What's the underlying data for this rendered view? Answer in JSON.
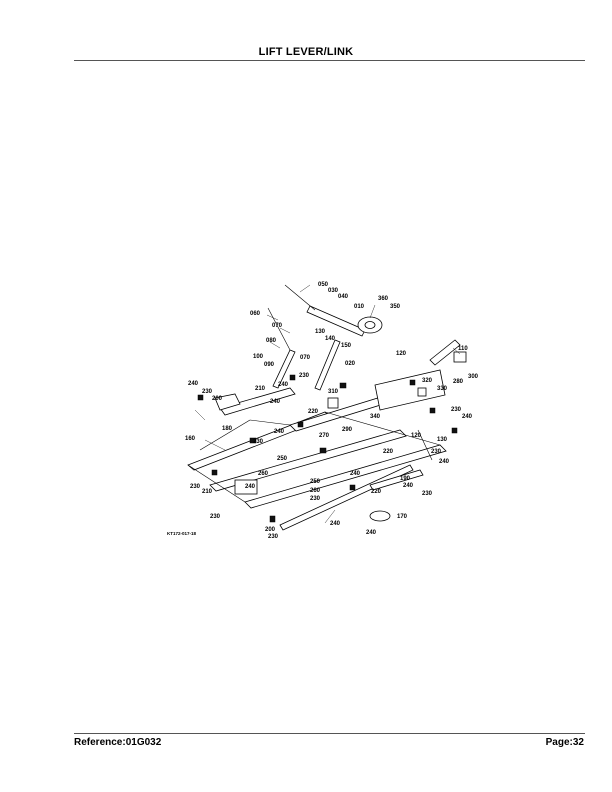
{
  "header": {
    "title": "LIFT LEVER/LINK"
  },
  "footer": {
    "reference": "Reference:01G032",
    "page": "Page:32"
  },
  "diagram": {
    "figure_code": "KT172-017-18",
    "callouts": [
      "050",
      "030",
      "040",
      "010",
      "360",
      "350",
      "060",
      "070",
      "130",
      "140",
      "150",
      "080",
      "070",
      "100",
      "090",
      "020",
      "120",
      "110",
      "300",
      "280",
      "330",
      "320",
      "240",
      "230",
      "240",
      "210",
      "230",
      "200",
      "240",
      "310",
      "220",
      "180",
      "240",
      "230",
      "340",
      "290",
      "230",
      "240",
      "160",
      "270",
      "250",
      "260",
      "220",
      "120",
      "130",
      "230",
      "240",
      "240",
      "250",
      "260",
      "230",
      "240",
      "230",
      "210",
      "190",
      "240",
      "230",
      "220",
      "170",
      "230",
      "240",
      "200",
      "230",
      "240"
    ]
  }
}
